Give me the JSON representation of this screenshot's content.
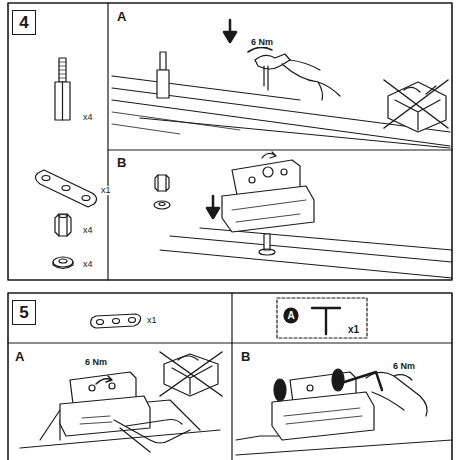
{
  "diagram": {
    "nodes": [
      {
        "text": [
          "4"
        ]
      },
      {
        "text": [
          "5"
        ]
      },
      {
        "text": [
          "x1"
        ]
      },
      {
        "text": [
          "A"
        ],
        "in": 2
      }
    ],
    "labels": [
      "A",
      "6 Nm",
      "x4",
      "x1",
      "x4",
      "x4",
      "B",
      "x1",
      "A",
      "6 Nm",
      "B",
      "6 Nm"
    ]
  }
}
